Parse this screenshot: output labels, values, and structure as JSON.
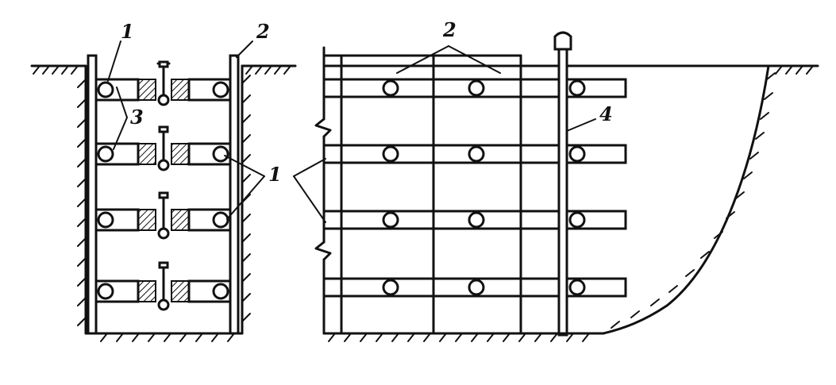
{
  "labels": {
    "left_post_1": "1",
    "left_post_2": "2",
    "left_strut_3": "3",
    "right_boards_2": "2",
    "right_boards_1": "1",
    "right_post_4": "4"
  },
  "colors": {
    "ink": "#111111",
    "background": "#ffffff"
  }
}
